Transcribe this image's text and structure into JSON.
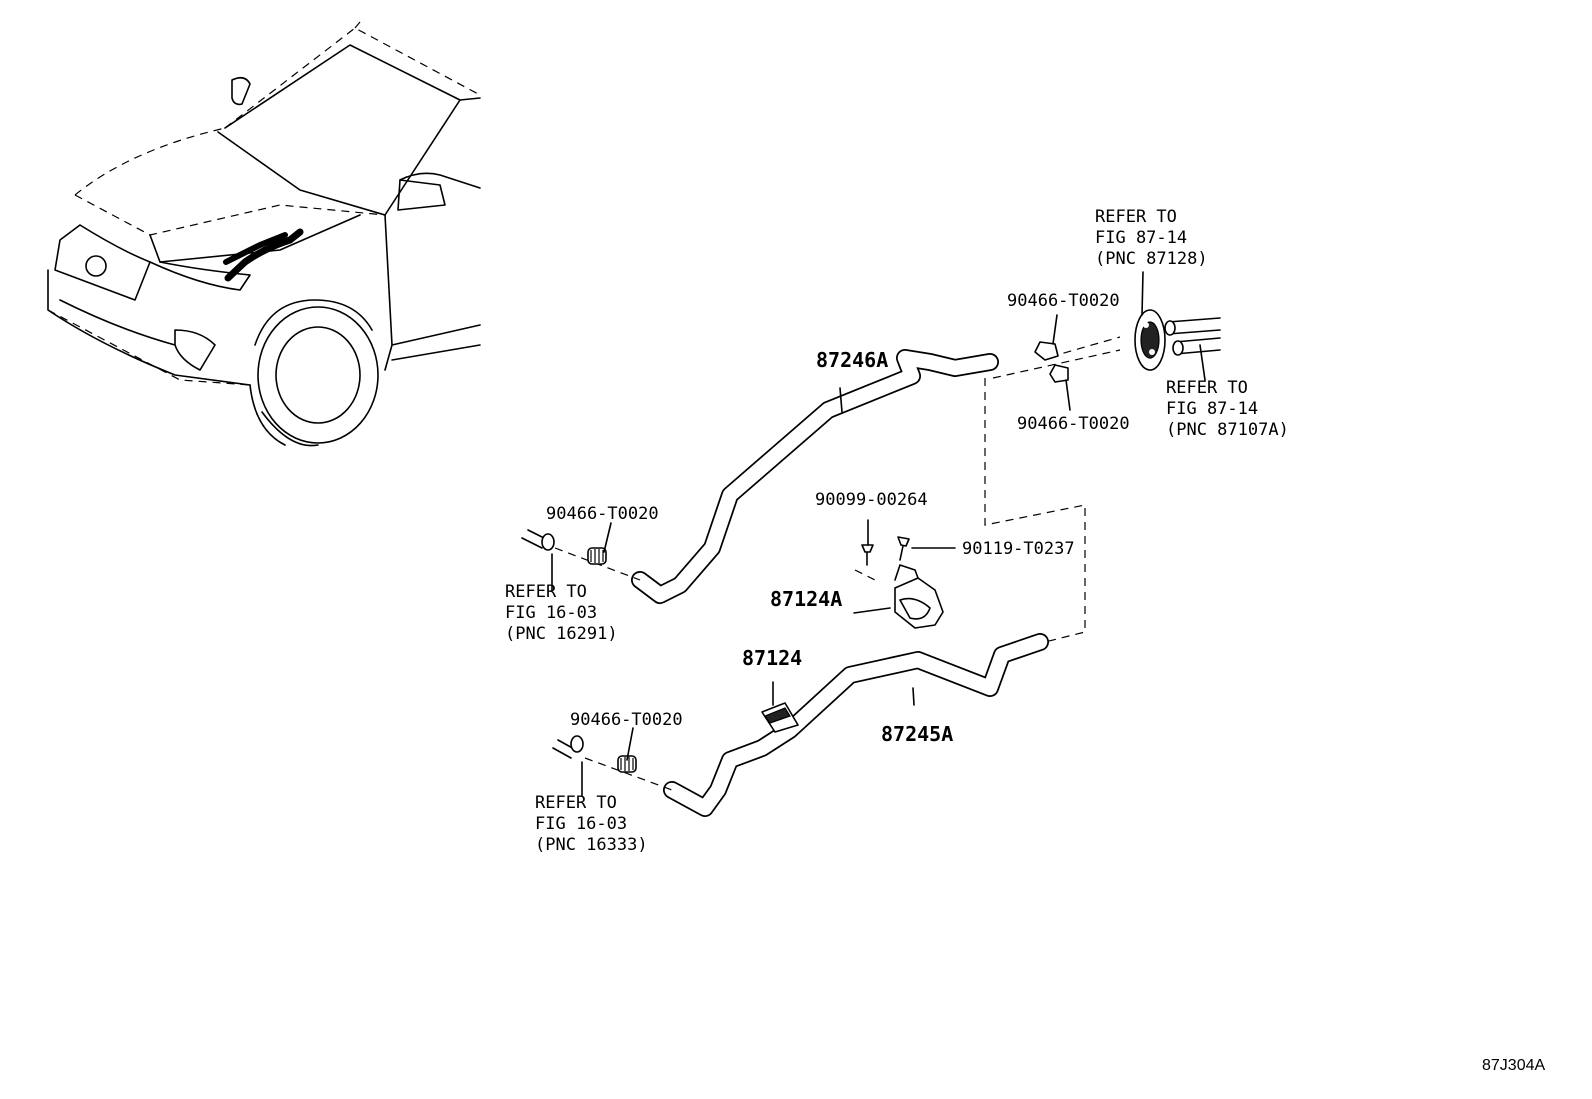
{
  "figure_code": "87J304A",
  "hoses": {
    "upper": "87246A",
    "lower": "87245A"
  },
  "clips": {
    "top_upper": "90466-T0020",
    "top_lower": "90466-T0020",
    "left_upper": "90466-T0020",
    "left_lower": "90466-T0020"
  },
  "bolts": {
    "bolt_a": "90099-00264",
    "bolt_b": "90119-T0237"
  },
  "brackets": {
    "hose_bracket": "87124A",
    "hose_clamp": "87124"
  },
  "references": {
    "pnc_87128": [
      "REFER TO",
      "FIG 87-14",
      "(PNC 87128)"
    ],
    "pnc_87107a": [
      "REFER TO",
      "FIG 87-14",
      "(PNC 87107A)"
    ],
    "pnc_16291": [
      "REFER TO",
      "FIG 16-03",
      "(PNC 16291)"
    ],
    "pnc_16333": [
      "REFER TO",
      "FIG 16-03",
      "(PNC 16333)"
    ]
  }
}
